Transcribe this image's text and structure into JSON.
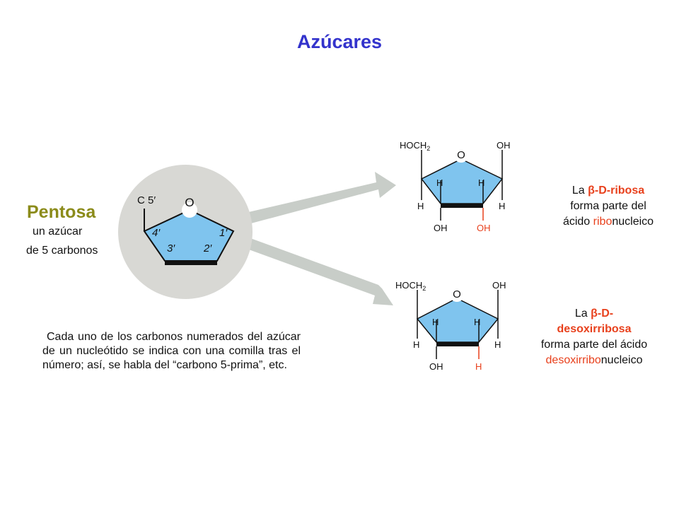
{
  "title": "Azúcares",
  "pentose": {
    "name": "Pentosa",
    "desc_line1": "un azúcar",
    "desc_line2": "de 5 carbonos",
    "labels": {
      "c5": "C 5′",
      "o": "O",
      "c4": "4′",
      "c1": "1′",
      "c3": "3′",
      "c2": "2′"
    }
  },
  "paragraph": "Cada uno de los carbonos numerados del azúcar de un nucleótido se indica con una comilla tras el número; así, se habla del “carbono 5-prima”, etc.",
  "ribose": {
    "caption": {
      "la": "La ",
      "beta_d": "β-D",
      "name_suffix": "-ribosa",
      "line2": "forma parte del",
      "line3_pre": "ácido ",
      "line3_red": "ribo",
      "line3_post": "nucleico"
    },
    "labels": {
      "hoch2": "HOCH",
      "sub2": "2",
      "o": "O",
      "oh_top": "OH",
      "h_left_in": "H",
      "h_right_in": "H",
      "h_left": "H",
      "h_right": "H",
      "oh_bl": "OH",
      "oh_br": "OH"
    }
  },
  "deoxyribose": {
    "caption": {
      "la": "La ",
      "beta_d": "β-D",
      "dash": "-",
      "name": "desoxirribosa",
      "line3": "forma parte del ácido",
      "line4_red": "desoxirribo",
      "line4_post": "nucleico"
    },
    "labels": {
      "hoch2": "HOCH",
      "sub2": "2",
      "o": "O",
      "oh_top": "OH",
      "h_left_in": "H",
      "h_right_in": "H",
      "h_left": "H",
      "h_right": "H",
      "oh_bl": "OH",
      "h_br": "H"
    }
  },
  "colors": {
    "title": "#3333cc",
    "pentosa": "#8b8b1a",
    "ring_fill": "#7fc4ee",
    "highlight": "#e8401c",
    "circle": "#d8d8d4",
    "arrow": "#c8cdc8"
  }
}
